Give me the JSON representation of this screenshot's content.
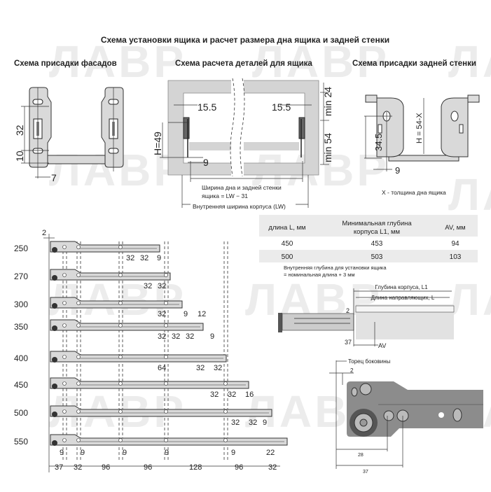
{
  "watermark": "ЛАВР",
  "title": "Схема установки ящика и расчет размера дна ящика и задней стенки",
  "sections": {
    "facade": {
      "title": "Схема присадки фасадов",
      "dims": [
        "32",
        "10",
        "7"
      ]
    },
    "calc": {
      "title": "Схема расчета деталей для ящика",
      "dims": [
        "15.5",
        "15.5",
        "H=49",
        "9",
        "min 24",
        "min 54"
      ],
      "bottom_width_line1": "Ширина дна и задней стенки",
      "bottom_width_line2": "ящика = LW − 31",
      "inner_width": "Внутренняя ширина корпуса (LW)"
    },
    "back": {
      "title": "Схема присадки задней стенки",
      "dims": [
        "34.5",
        "H = 54-X",
        "9"
      ],
      "note": "X - толщина дна ящика"
    }
  },
  "table": {
    "headers": [
      "длина L, мм",
      "Минимальная глубина",
      "корпуса L1, мм",
      "AV, мм"
    ],
    "rows": [
      [
        "450",
        "453",
        "94"
      ],
      [
        "500",
        "503",
        "103"
      ]
    ],
    "note_line1": "Внутренняя глубина для установки ящика",
    "note_line2": "= номинальная длина + 3 мм"
  },
  "side_view": {
    "depth_label": "Глубина корпуса, L1",
    "rail_label": "Длина направляющих, L",
    "dims": [
      "2",
      "37",
      "AV"
    ]
  },
  "detail": {
    "edge_label": "Торец боковины",
    "dims": [
      "2",
      "28",
      "37"
    ]
  },
  "slides": {
    "lengths": [
      "250",
      "270",
      "300",
      "350",
      "400",
      "450",
      "500",
      "550"
    ],
    "top_offset": "2",
    "row_dims": [
      [
        "32",
        "32",
        "9"
      ],
      [
        "32",
        "32"
      ],
      [
        "32",
        "9",
        "12"
      ],
      [
        "32",
        "32",
        "32",
        "9"
      ],
      [
        "64",
        "32",
        "32"
      ],
      [
        "32",
        "32",
        "16"
      ],
      [
        "32",
        "32",
        "9"
      ],
      [
        "9",
        "9",
        "9",
        "9",
        "9",
        "22"
      ]
    ],
    "bottom_dims": [
      "37",
      "32",
      "96",
      "96",
      "128",
      "96",
      "32"
    ]
  }
}
